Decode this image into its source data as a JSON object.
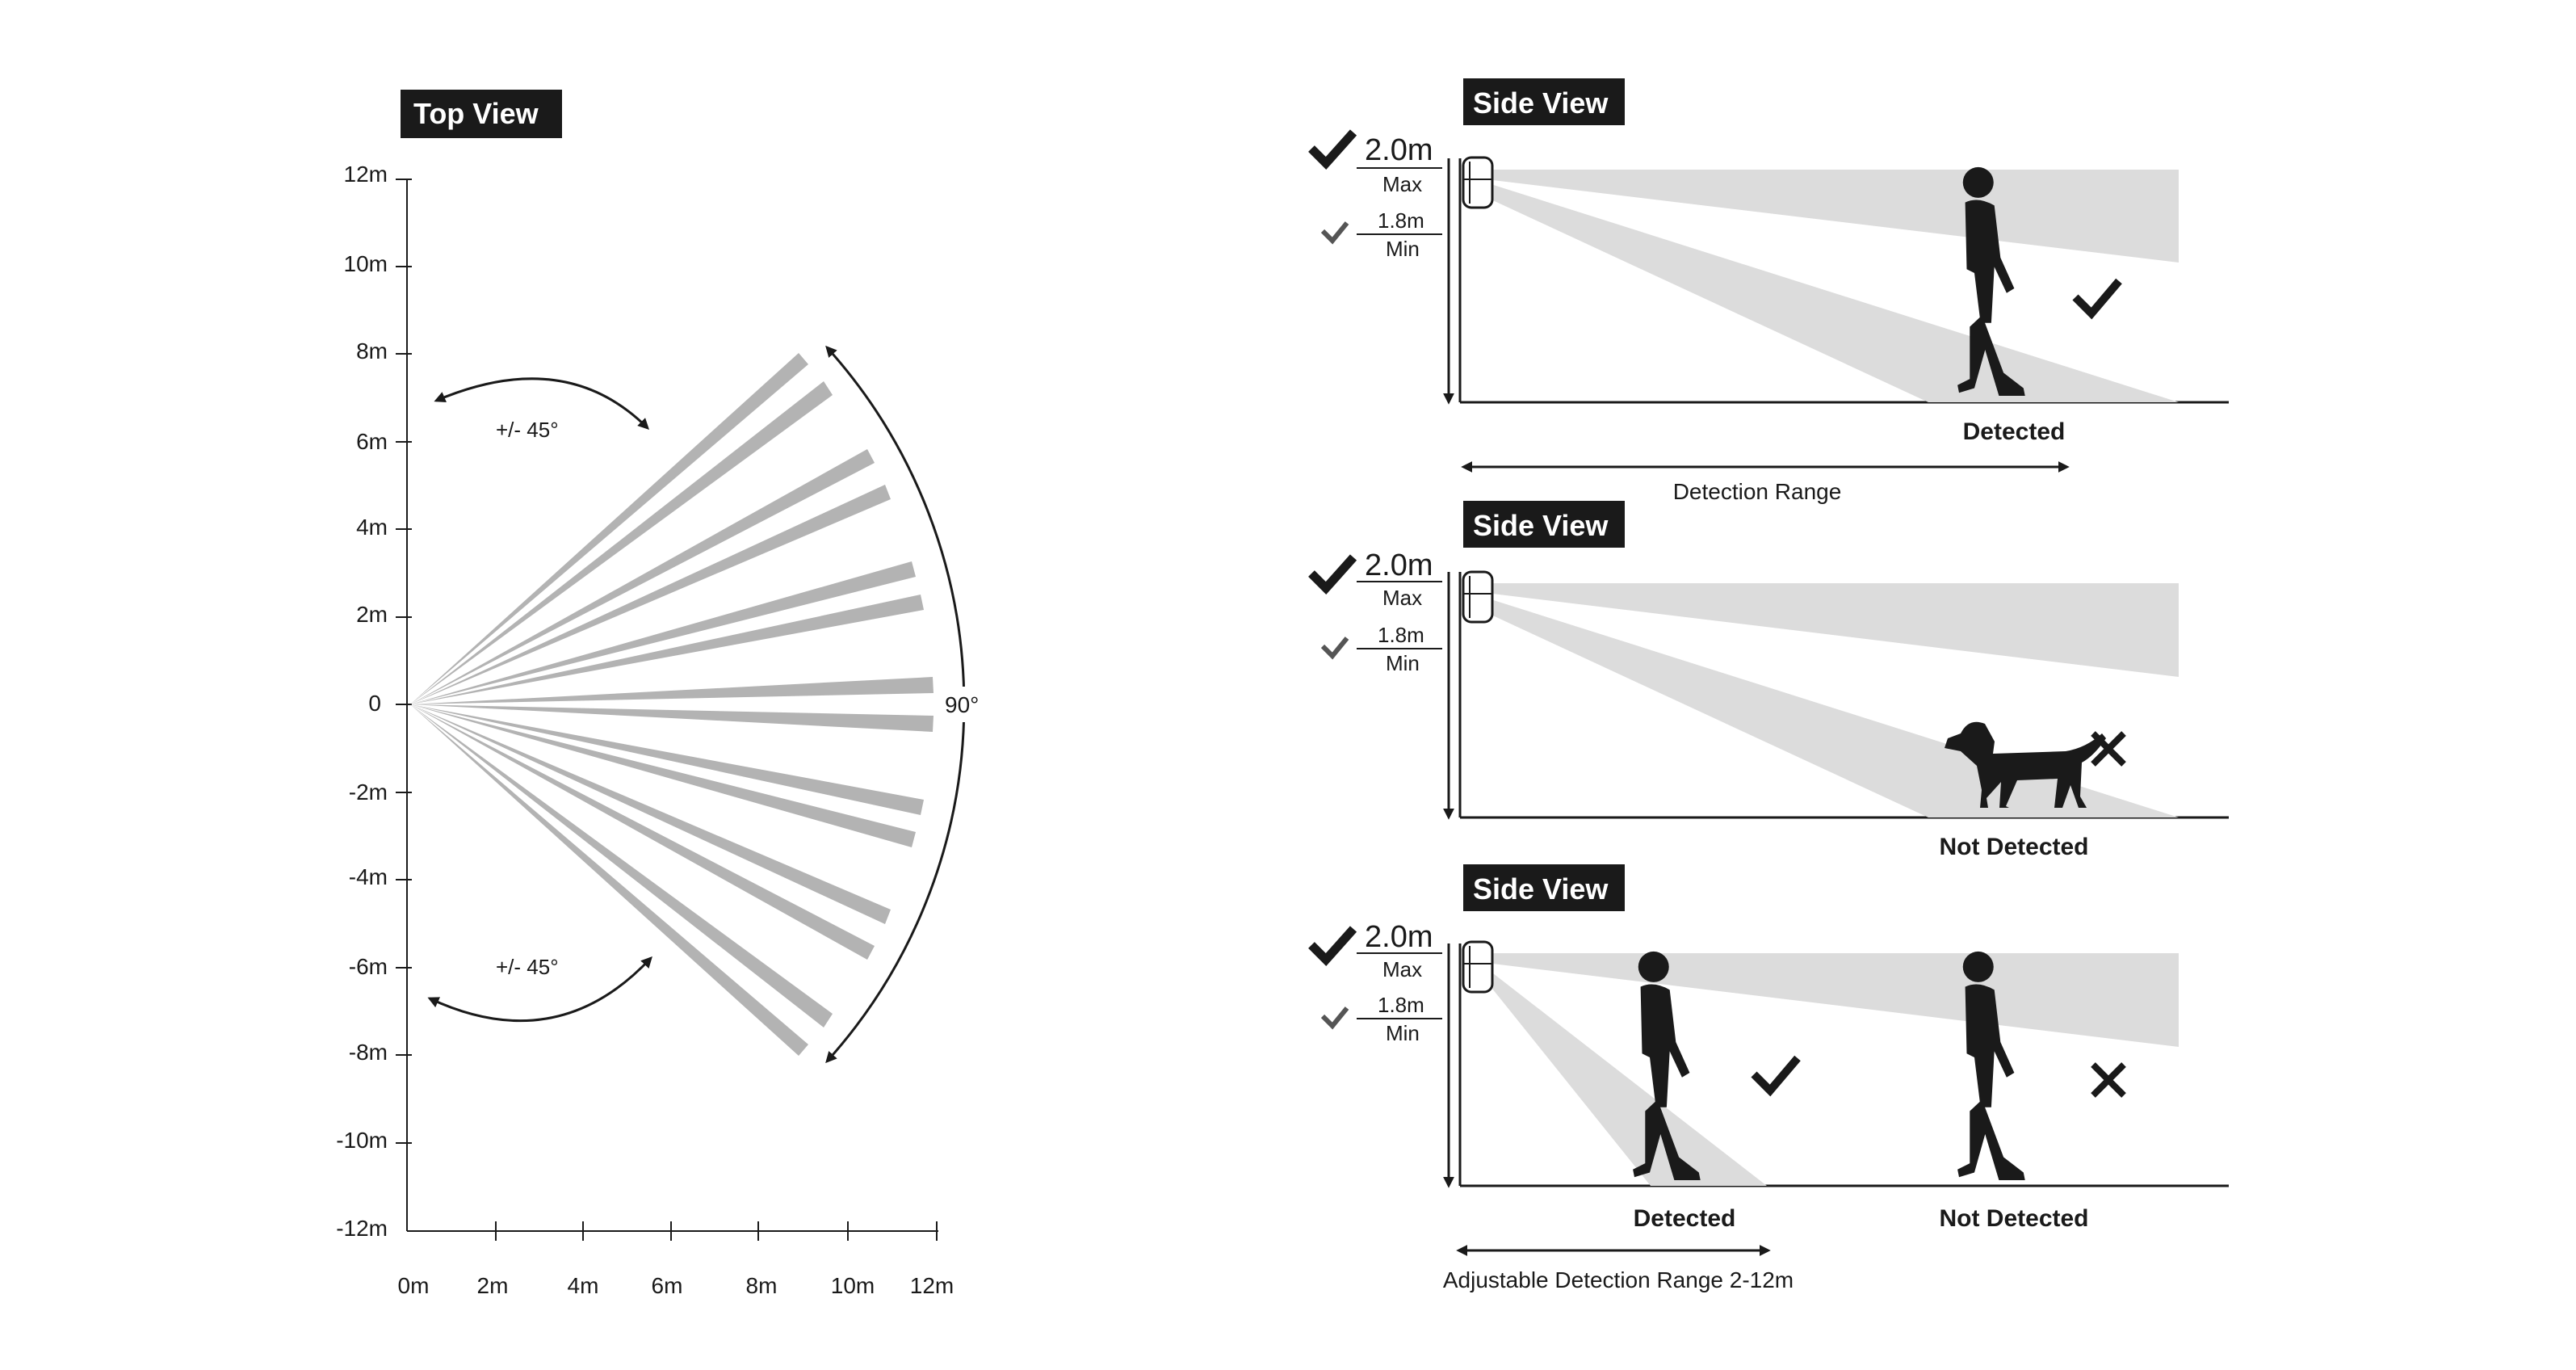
{
  "top_view": {
    "title": "Top View",
    "y_ticks": [
      "12m",
      "10m",
      "8m",
      "6m",
      "4m",
      "2m",
      "0",
      "-2m",
      "-4m",
      "-6m",
      "-8m",
      "-10m",
      "-12m"
    ],
    "x_ticks": [
      "0m",
      "2m",
      "4m",
      "6m",
      "8m",
      "10m",
      "12m"
    ],
    "upper_angle": "+/- 45°",
    "lower_angle": "+/- 45°",
    "span_angle": "90°"
  },
  "side_views": [
    {
      "title": "Side View",
      "max_value": "2.0m",
      "max_label": "Max",
      "min_value": "1.8m",
      "min_label": "Min",
      "targets": [
        {
          "status": "Detected",
          "figure": "person",
          "mark": "check"
        }
      ],
      "range_label": "Detection Range"
    },
    {
      "title": "Side View",
      "max_value": "2.0m",
      "max_label": "Max",
      "min_value": "1.8m",
      "min_label": "Min",
      "targets": [
        {
          "status": "Not Detected",
          "figure": "dog",
          "mark": "cross"
        }
      ]
    },
    {
      "title": "Side View",
      "max_value": "2.0m",
      "max_label": "Max",
      "min_value": "1.8m",
      "min_label": "Min",
      "targets": [
        {
          "status": "Detected",
          "figure": "person",
          "mark": "check"
        },
        {
          "status": "Not Detected",
          "figure": "person",
          "mark": "cross"
        }
      ],
      "range_label": "Adjustable Detection Range 2-12m"
    }
  ],
  "colors": {
    "beam": "#b3b3b3",
    "side_beam": "#dcdcdc",
    "ink": "#1a1a1a"
  }
}
